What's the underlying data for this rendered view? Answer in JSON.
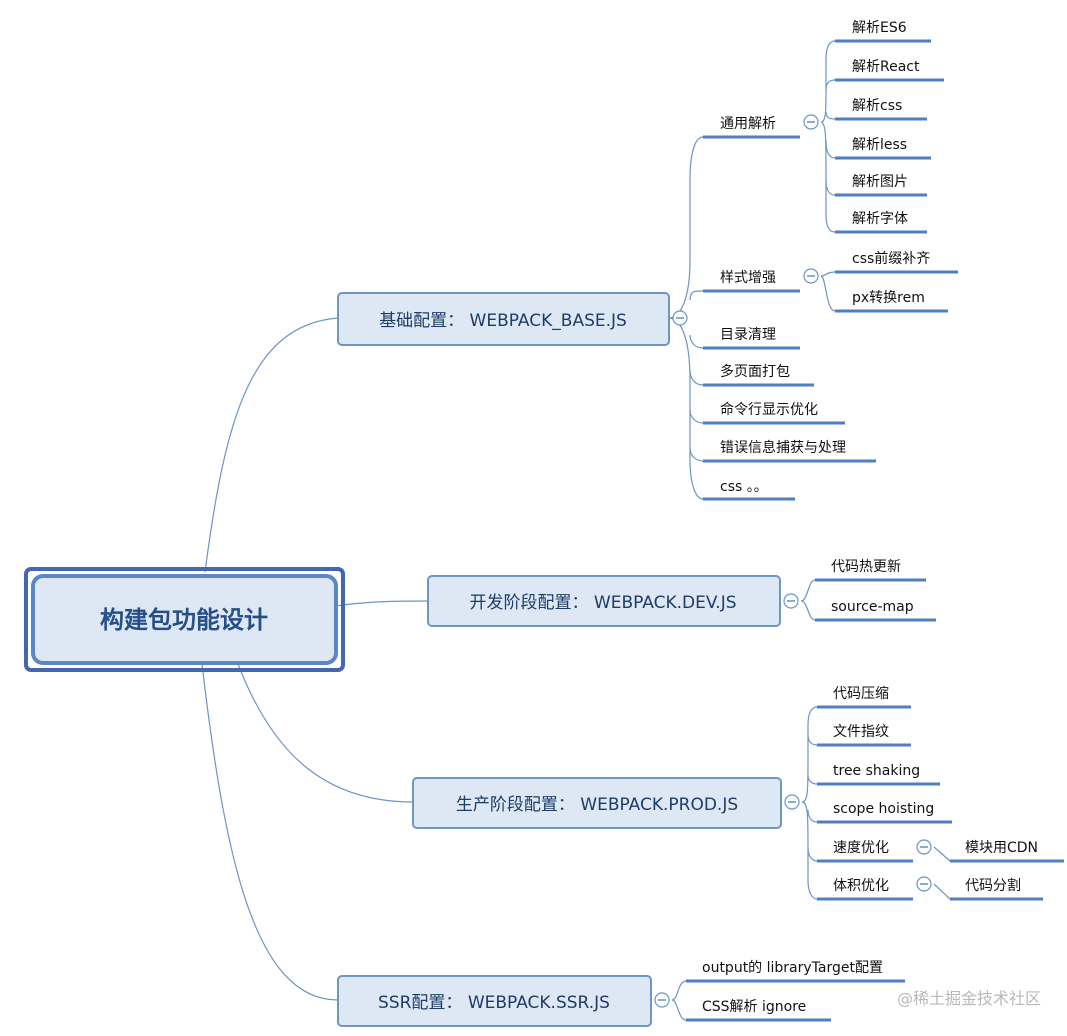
{
  "root": {
    "label": "构建包功能设计"
  },
  "branches": [
    {
      "label": "基础配置： WEBPACK_BASE.JS",
      "children": [
        {
          "label": "通用解析",
          "children": [
            "解析ES6",
            "解析React",
            "解析css",
            "解析less",
            "解析图片",
            "解析字体"
          ]
        },
        {
          "label": "样式增强",
          "children": [
            "css前缀补齐",
            "px转换rem"
          ]
        },
        {
          "label": "目录清理"
        },
        {
          "label": "多页面打包"
        },
        {
          "label": "命令行显示优化"
        },
        {
          "label": "错误信息捕获与处理"
        },
        {
          "label": "css 。。"
        }
      ]
    },
    {
      "label": "开发阶段配置： WEBPACK.DEV.JS",
      "children": [
        {
          "label": "代码热更新"
        },
        {
          "label": "source-map"
        }
      ]
    },
    {
      "label": "生产阶段配置： WEBPACK.PROD.JS",
      "children": [
        {
          "label": "代码压缩"
        },
        {
          "label": "文件指纹"
        },
        {
          "label": "tree shaking"
        },
        {
          "label": "scope hoisting"
        },
        {
          "label": "速度优化",
          "children": [
            "模块用CDN"
          ]
        },
        {
          "label": "体积优化",
          "children": [
            "代码分割"
          ]
        }
      ]
    },
    {
      "label": "SSR配置： WEBPACK.SSR.JS",
      "children": [
        {
          "label": "output的 libraryTarget配置"
        },
        {
          "label": "CSS解析 ignore"
        }
      ]
    }
  ],
  "watermark": "@稀土掘金技术社区",
  "colors": {
    "branch_line": "#6d95c6",
    "underline": "#4f7fbf",
    "node_fill": "#dde8f4",
    "node_border": "#6d95c6",
    "root_border": "#4468ad",
    "text": "#111111"
  }
}
